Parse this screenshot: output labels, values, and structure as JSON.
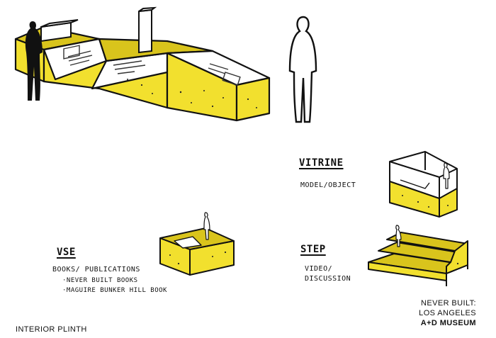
{
  "labels": {
    "vitrine": "VITRINE",
    "vitrine_sub": "MODEL/OBJECT",
    "vse": "VSE",
    "vse_sub": "BOOKS/ PUBLICATIONS",
    "vse_item_1": "·NEVER BUILT BOOKS",
    "vse_item_2": "·MAGUIRE BUNKER HILL BOOK",
    "step": "STEP",
    "step_sub_1": "VIDEO/",
    "step_sub_2": "DISCUSSION"
  },
  "footer": {
    "caption": "INTERIOR PLINTH",
    "credit_line_1": "NEVER BUILT:",
    "credit_line_2": "LOS ANGELES",
    "credit_line_3": "A+D MUSEUM"
  },
  "colors": {
    "yellow": "#f2e02e",
    "yellow_dark": "#d9c41c",
    "ink": "#111111",
    "panel": "#ffffff"
  }
}
